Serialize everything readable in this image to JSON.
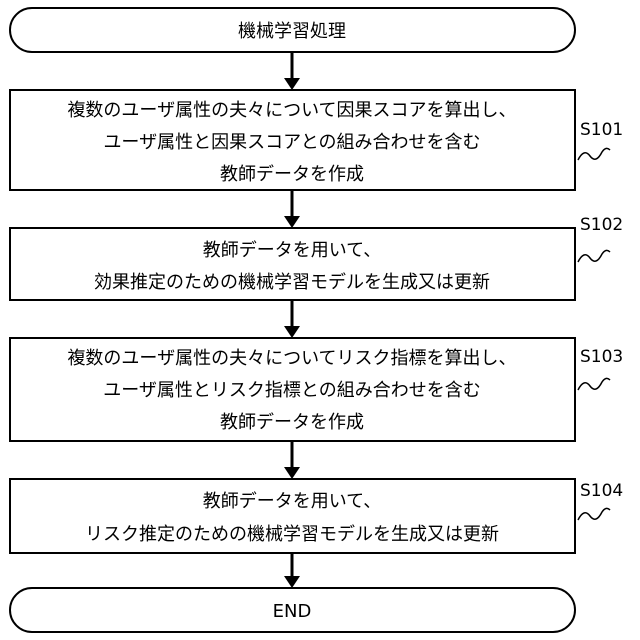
{
  "flow": {
    "start": {
      "text": "機械学習処理"
    },
    "steps": [
      {
        "label": "S101",
        "lines": [
          "複数のユーザ属性の夫々について因果スコアを算出し、",
          "ユーザ属性と因果スコアとの組み合わせを含む",
          "教師データを作成"
        ]
      },
      {
        "label": "S102",
        "lines": [
          "教師データを用いて、",
          "効果推定のための機械学習モデルを生成又は更新"
        ]
      },
      {
        "label": "S103",
        "lines": [
          "複数のユーザ属性の夫々についてリスク指標を算出し、",
          "ユーザ属性とリスク指標との組み合わせを含む",
          "教師データを作成"
        ]
      },
      {
        "label": "S104",
        "lines": [
          "教師データを用いて、",
          "リスク推定のための機械学習モデルを生成又は更新"
        ]
      }
    ],
    "end": {
      "text": "END"
    }
  }
}
